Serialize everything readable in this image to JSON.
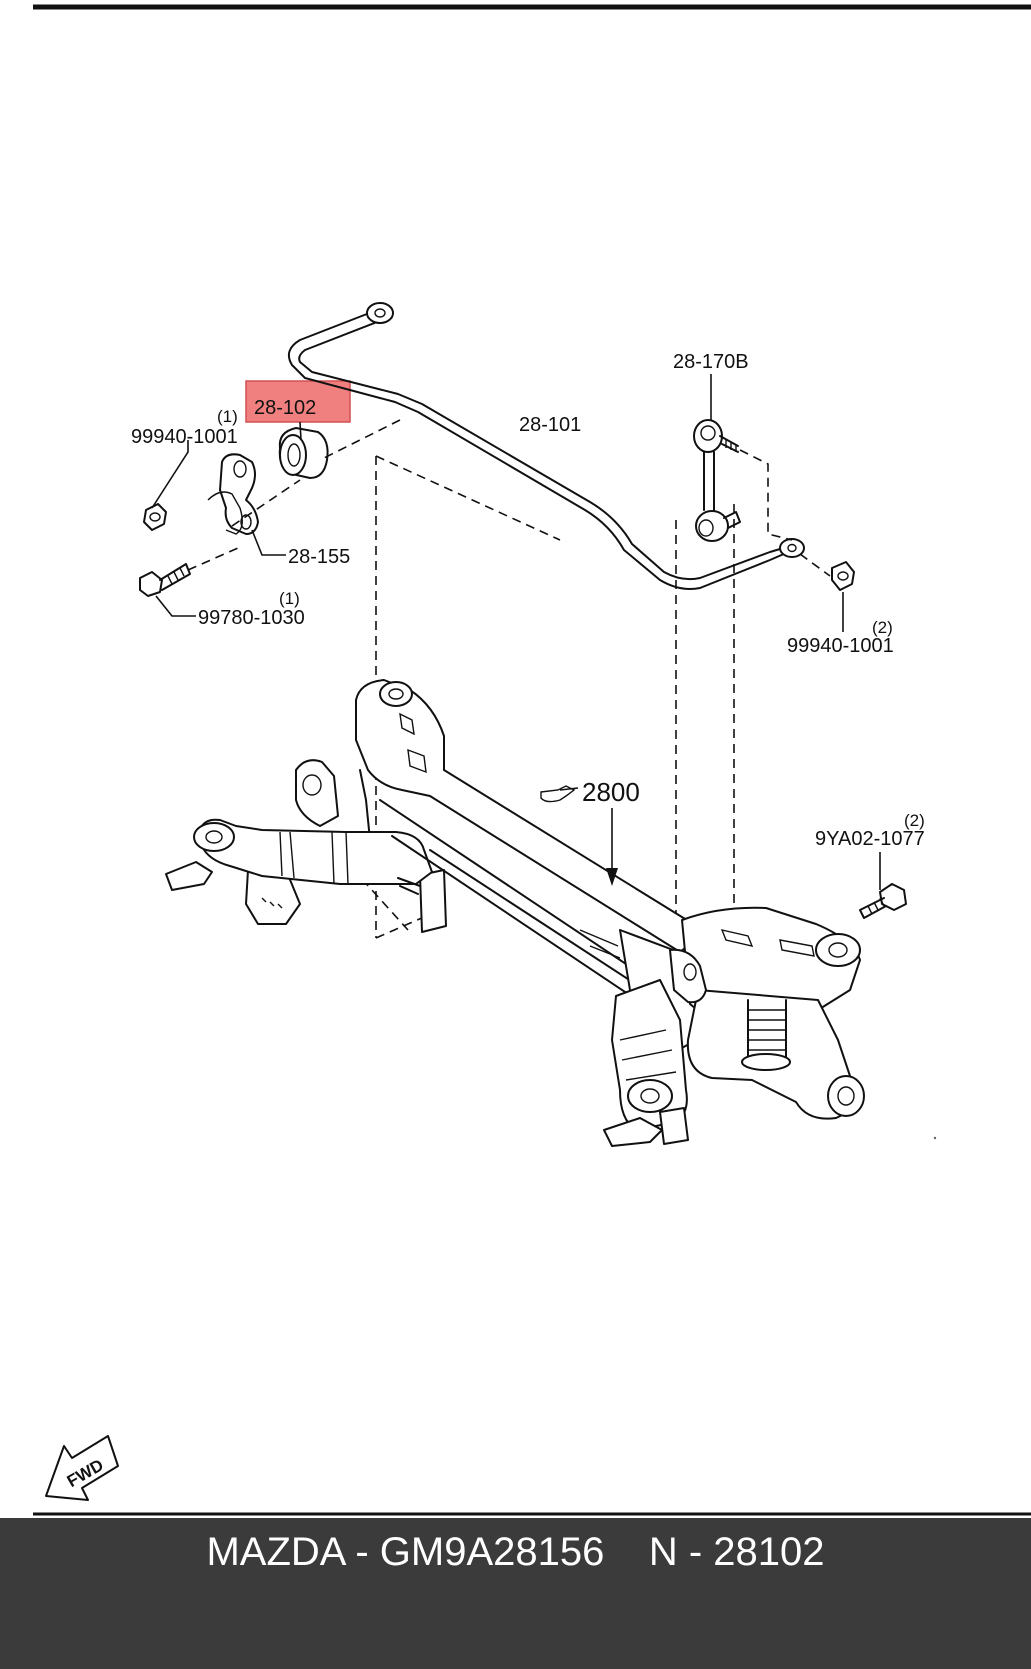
{
  "labels": {
    "p28_102": "28-102",
    "p28_101": "28-101",
    "p28_170b": "28-170B",
    "p28_155": "28-155",
    "p99940_left": "99940-1001",
    "p99940_left_qty": "(1)",
    "p99780": "99780-1030",
    "p99780_qty": "(1)",
    "p99940_right": "99940-1001",
    "p99940_right_qty": "(2)",
    "p9ya02": "9YA02-1077",
    "p9ya02_qty": "(2)",
    "p2800": "2800",
    "fwd": "FWD"
  },
  "footer": {
    "text": "MAZDA - GM9A28156    N - 28102"
  },
  "colors": {
    "highlight": "#f08080",
    "footer_bg": "#3b3b3b",
    "footer_text": "#ffffff"
  }
}
